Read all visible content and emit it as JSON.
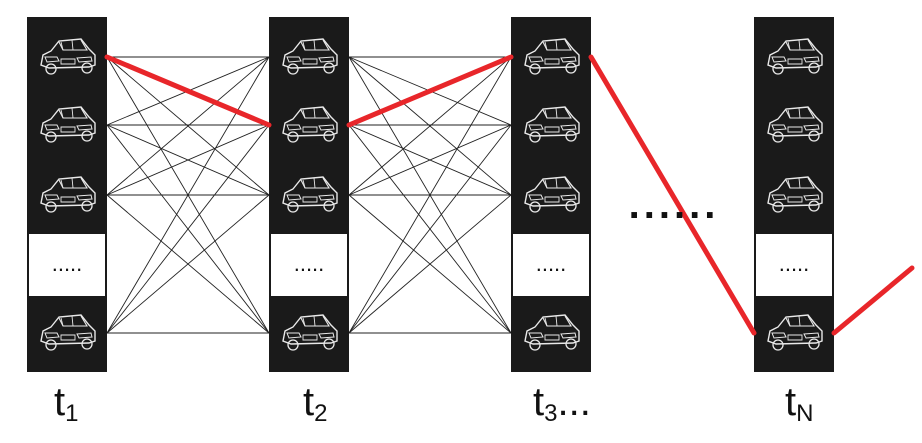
{
  "colors": {
    "column_bg": "#1a1a1a",
    "edge": "#222222",
    "path": "#e8262a",
    "car_stroke": "#e9e9e9"
  },
  "columns": [
    {
      "name": "t1",
      "label_main": "t",
      "label_sub": "1",
      "label_suffix": "",
      "rows": [
        "car",
        "car",
        "car",
        "ellipsis",
        "car"
      ]
    },
    {
      "name": "t2",
      "label_main": "t",
      "label_sub": "2",
      "label_suffix": "",
      "rows": [
        "car",
        "car",
        "car",
        "ellipsis",
        "car"
      ]
    },
    {
      "name": "t3",
      "label_main": "t",
      "label_sub": "3",
      "label_suffix": "...",
      "rows": [
        "car",
        "car",
        "car",
        "ellipsis",
        "car"
      ]
    },
    {
      "name": "tN",
      "label_main": "t",
      "label_sub": "N",
      "label_suffix": "",
      "rows": [
        "car",
        "car",
        "car",
        "ellipsis",
        "car"
      ]
    }
  ],
  "ellipsis_text": ".....",
  "between_dots": "......",
  "best_path": [
    [
      0,
      0
    ],
    [
      1,
      1
    ],
    [
      2,
      0
    ],
    [
      3,
      4
    ]
  ],
  "path_exit": true,
  "icon": "car-sketch-icon"
}
